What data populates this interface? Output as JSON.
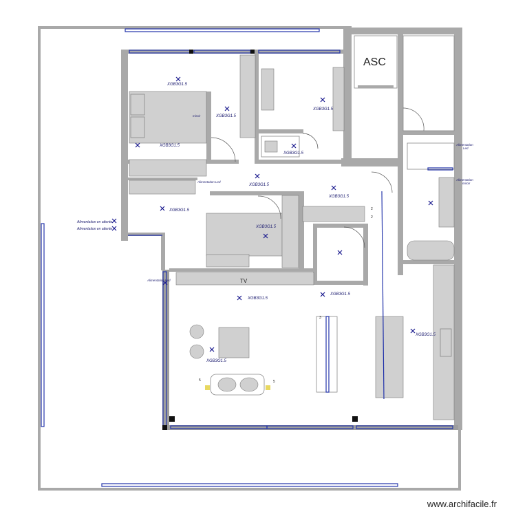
{
  "plan": {
    "elevator_label": "ASC",
    "tv_label": "TV",
    "circuit_labels": [
      "XGB3G1.5",
      "XGB3G1.5",
      "XGB3G1.5",
      "XGB3G1.5",
      "XGB3G1.5",
      "XGB3G1.5",
      "XGB3G1.5",
      "XGB3G1.5",
      "XGB3G1.5",
      "XGB3G1.5",
      "XGB3G1.5",
      "XGB3G1.5",
      "XGB3G1.5"
    ],
    "power_labels": {
      "standby_1": "Alimentation en attente",
      "standby_2": "Alimentation en attente",
      "led_hall": "Alimentation Led",
      "led_living": "Alimentation Led",
      "led_bath_line1": "Alimentation",
      "led_bath_line2": "Led",
      "mirror_line1": "Alimentation",
      "mirror_line2": "miroir",
      "mirror_bedroom": "miroir"
    },
    "number_labels": [
      "2",
      "2",
      "3",
      "5",
      "5"
    ]
  },
  "watermark": "www.archifacile.fr"
}
